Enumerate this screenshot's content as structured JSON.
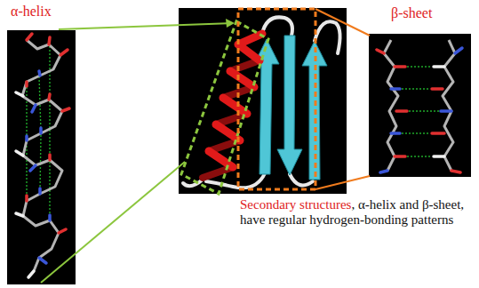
{
  "diagram": {
    "caption": ", α-helix and β-sheet, have regular hydrogen-bonding patterns",
    "labels": [
      "α-helix",
      "β-sheet",
      "Secondary structures"
    ]
  }
}
